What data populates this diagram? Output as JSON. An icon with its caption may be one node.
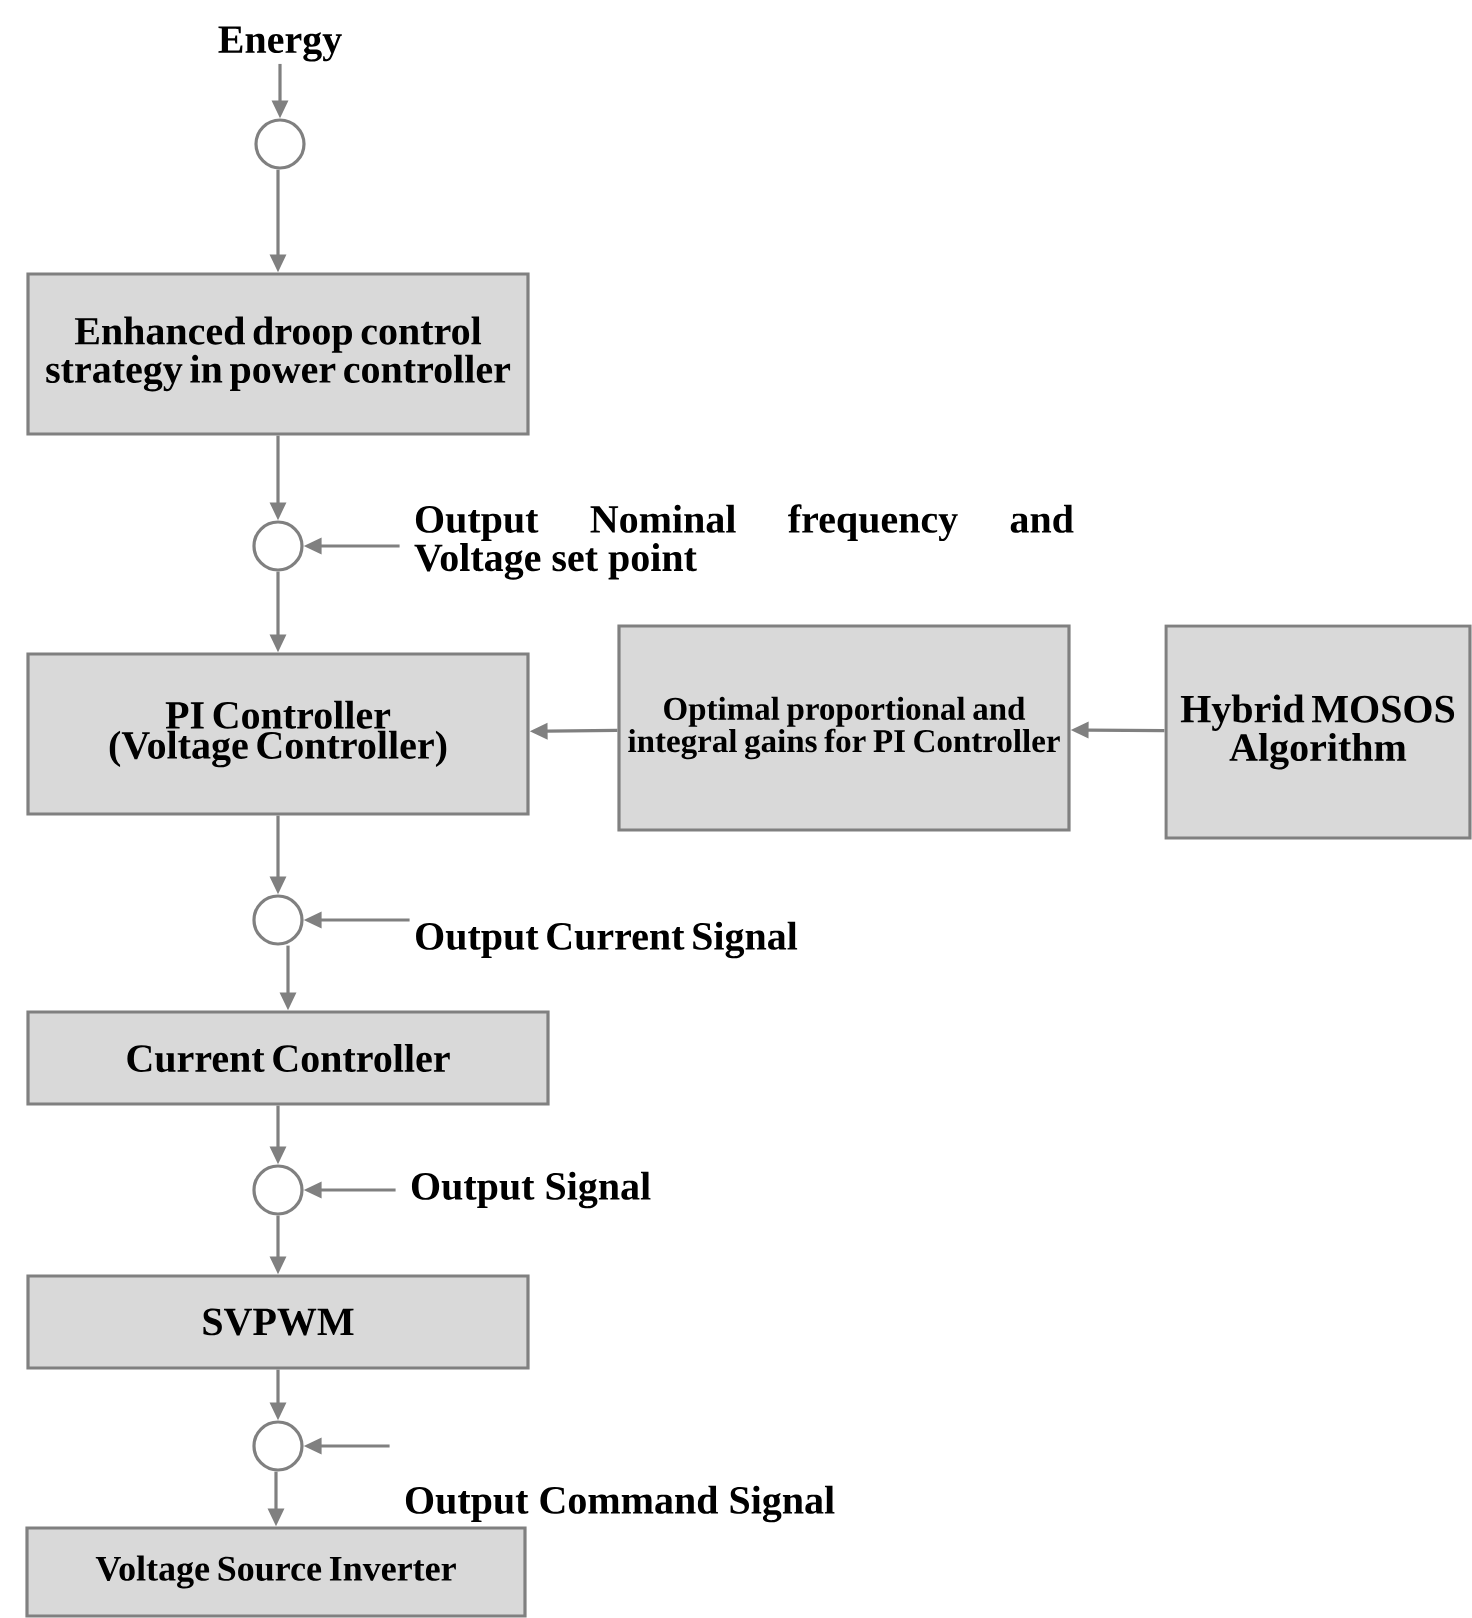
{
  "diagram": {
    "nodes": [
      {
        "text": [
          "Energy"
        ]
      },
      {
        "text": [],
        "shape": "circle"
      },
      {
        "text": [
          "Enhanced droop control strategy in power controller"
        ]
      },
      {
        "text": [],
        "shape": "circle"
      },
      {
        "text": [
          "Output Nominal frequency and Voltage set point"
        ]
      },
      {
        "text": [
          "PI Controller (Voltage Controller)"
        ]
      },
      {
        "text": [
          "Optimal proportional and integral gains for PI Controller"
        ]
      },
      {
        "text": [
          "Hybrid MOSOS Algorithm"
        ]
      },
      {
        "text": [],
        "shape": "circle"
      },
      {
        "text": [
          "Output Current Signal"
        ]
      },
      {
        "text": [
          "Current Controller"
        ]
      },
      {
        "text": [],
        "shape": "circle"
      },
      {
        "text": [
          "Output Signal"
        ]
      },
      {
        "text": [
          "SVPWM"
        ]
      },
      {
        "text": [],
        "shape": "circle"
      },
      {
        "text": [
          "Output Command Signal"
        ]
      },
      {
        "text": [
          "Voltage Source Inverter"
        ]
      }
    ],
    "edges": [
      {
        "from": 0,
        "to": 1,
        "arrow": "to"
      },
      {
        "from": 1,
        "to": 2,
        "arrow": "to"
      },
      {
        "from": 2,
        "to": 3,
        "arrow": "to"
      },
      {
        "from": 4,
        "to": 3,
        "arrow": "to"
      },
      {
        "from": 3,
        "to": 5,
        "arrow": "to"
      },
      {
        "from": 7,
        "to": 6,
        "arrow": "to"
      },
      {
        "from": 6,
        "to": 5,
        "arrow": "to"
      },
      {
        "from": 5,
        "to": 8,
        "arrow": "to"
      },
      {
        "from": 9,
        "to": 8,
        "arrow": "to"
      },
      {
        "from": 8,
        "to": 10,
        "arrow": "to"
      },
      {
        "from": 10,
        "to": 11,
        "arrow": "to"
      },
      {
        "from": 12,
        "to": 11,
        "arrow": "to"
      },
      {
        "from": 11,
        "to": 13,
        "arrow": "to"
      },
      {
        "from": 13,
        "to": 14,
        "arrow": "to"
      },
      {
        "from": 15,
        "to": 14,
        "arrow": "to"
      },
      {
        "from": 14,
        "to": 16,
        "arrow": "to"
      }
    ]
  }
}
